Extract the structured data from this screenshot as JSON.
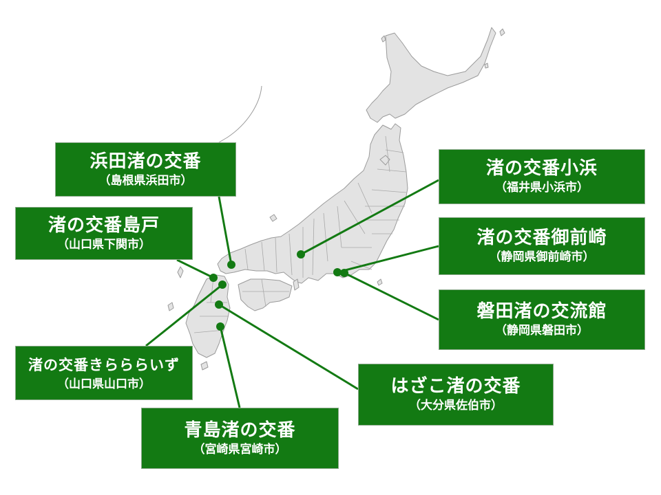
{
  "colors": {
    "label_bg": "#137a13",
    "leader_line": "#137a13",
    "marker": "#137a13",
    "land_fill": "#e3e3e3",
    "land_stroke": "#9a9a9a"
  },
  "map": {
    "region": "Japan",
    "marker_style": "filled-circle"
  },
  "locations": [
    {
      "id": "hamada",
      "name": "浜田渚の交番",
      "place": "（島根県浜田市）"
    },
    {
      "id": "shimado",
      "name": "渚の交番島戸",
      "place": "（山口県下関市）"
    },
    {
      "id": "kirararaizu",
      "name": "渚の交番きらららいず",
      "place": "（山口県山口市）"
    },
    {
      "id": "aoshima",
      "name": "青島渚の交番",
      "place": "（宮崎県宮崎市）"
    },
    {
      "id": "hazako",
      "name": "はざこ渚の交番",
      "place": "（大分県佐伯市）"
    },
    {
      "id": "obama",
      "name": "渚の交番小浜",
      "place": "（福井県小浜市）"
    },
    {
      "id": "omaezaki",
      "name": "渚の交番御前崎",
      "place": "（静岡県御前崎市）"
    },
    {
      "id": "iwata",
      "name": "磐田渚の交流館",
      "place": "（静岡県磐田市）"
    }
  ]
}
